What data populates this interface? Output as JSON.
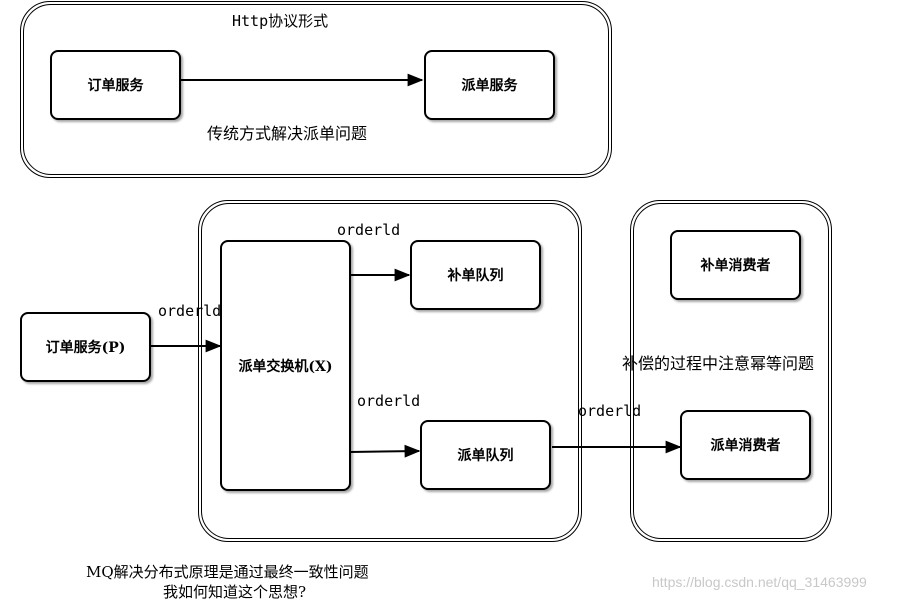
{
  "top_panel": {
    "title": "Http协议形式",
    "order_service": "订单服务",
    "dispatch_service": "派单服务",
    "caption": "传统方式解决派单问题"
  },
  "mq_panel": {
    "order_service_p": "订单服务(P)",
    "exchange": "派单交换机(X)",
    "supplement_queue": "补单队列",
    "dispatch_queue": "派单队列"
  },
  "consumer_panel": {
    "supplement_consumer": "补单消费者",
    "dispatch_consumer": "派单消费者",
    "note": "补偿的过程中注意幂等问题"
  },
  "edge_labels": {
    "order_to_exchange": "orderld",
    "exchange_to_supplement": "orderld",
    "exchange_to_dispatch": "orderld",
    "dispatch_to_consumer": "orderld"
  },
  "bottom_note": {
    "line1": "MQ解决分布式原理是通过最终一致性问题",
    "line2": "我如何知道这个思想?"
  },
  "watermark": "https://blog.csdn.net/qq_31463999"
}
